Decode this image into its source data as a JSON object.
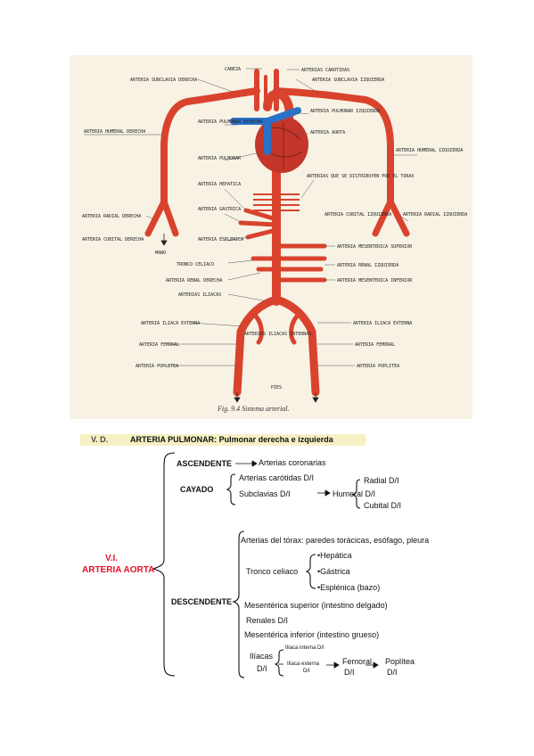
{
  "diagram": {
    "labels": {
      "cabeza": "CABEZA",
      "carotidas": "ARTERIAS CAROTIDAS",
      "subclavia_der": "ARTERIA SUBCLAVIA DERECHA",
      "subclavia_izq": "ARTERIA SUBCLAVIA IZQUIERDA",
      "humeral_der": "ARTERIA HUMERAL DERECHA",
      "pulmonar_der": "ARTERIA PULMONAR DERECHA",
      "pulmonar_izq": "ARTERIA PULMONAR IZQUIERDA",
      "aorta": "ARTERIA AORTA",
      "pulmonar": "ARTERIA PULMONAR",
      "humeral_izq": "ARTERIA HUMERAL IZQUIERDA",
      "torax": "ARTERIAS QUE SE DISTRIBUYEN POR EL TORAX",
      "hepatica": "ARTERIA HEPATICA",
      "gastrica": "ARTERIA GASTRICA",
      "radial_der": "ARTERIA RADIAL DERECHA",
      "cubital_izq": "ARTERIA CUBITAL IZQUIERDA",
      "radial_izq": "ARTERIA RADIAL IZQUIERDA",
      "cubital_der": "ARTERIA CUBITAL DERECHA",
      "mano": "MANO",
      "esplenica": "ARTERIA ESPLENICA",
      "mes_sup": "ARTERIA MESENTERICA SUPERIOR",
      "tronco": "TRONCO CELIACO",
      "renal_izq": "ARTERIA RENAL IZQUIERDA",
      "renal_der": "ARTERIA RENAL DERECHA",
      "mes_inf": "ARTERIA MESENTERICA INFERIOR",
      "iliacas": "ARTERIAS ILIACAS",
      "iliaca_ext_der": "ARTERIA ILIACA EXTERNA",
      "iliaca_ext_izq": "ARTERIA ILIACA EXTERNA",
      "iliacas_int": "ARTERIAS ILIACAS INTERNAS",
      "femoral_der": "ARTERIA FEMORAL",
      "femoral_izq": "ARTERIA FEMORAL",
      "poplitea_der": "ARTERIA POPLITEA",
      "poplitea_izq": "ARTERIA POPLITEA",
      "pies": "PIES"
    },
    "caption": "Fig. 9.4 Sistema arterial."
  },
  "tree": {
    "header_vd": "V. D.",
    "header_title": "ARTERIA PULMONAR: Pulmonar derecha e izquierda",
    "root_line1": "V.I.",
    "root_line2": "ARTERIA AORTA",
    "ascendente": "ASCENDENTE",
    "coronarias": "Arterias coronarias",
    "cayado": "CAYADO",
    "carotidas": "Arterias carótidas D/I",
    "subclavias": "Subclavias D/I",
    "humeral": "Humeral D/I",
    "radial": "Radial D/I",
    "cubital": "Cubital D/I",
    "descendente": "DESCENDENTE",
    "torax": "Arterias del tórax: paredes torácicas, esófago, pleura",
    "tronco": "Tronco celiaco",
    "hepatica": "•Hepática",
    "gastrica": "•Gástrica",
    "esplenica": "•Esplénica (bazo)",
    "mes_sup": "Mesentérica superior (intestino delgado)",
    "renales": "Renales D/I",
    "mes_inf": "Mesentérica inferior (intestino grueso)",
    "iliacas": "Ilíacas",
    "iliacas_di": "D/I",
    "iliaca_interna": "Ilíaca interna D/I",
    "iliaca_externa": "Ilíaca externa",
    "iliaca_externa_di": "D/I",
    "femoral": "Femoral",
    "femoral_di": "D/I",
    "poplitea": "Poplítea",
    "poplitea_di": "D/I"
  },
  "colors": {
    "artery": "#d9432e",
    "pulmonary": "#2a72c8",
    "heart": "#c4362a",
    "header_bg": "#f6f1c4",
    "root_text": "#e8102a"
  }
}
